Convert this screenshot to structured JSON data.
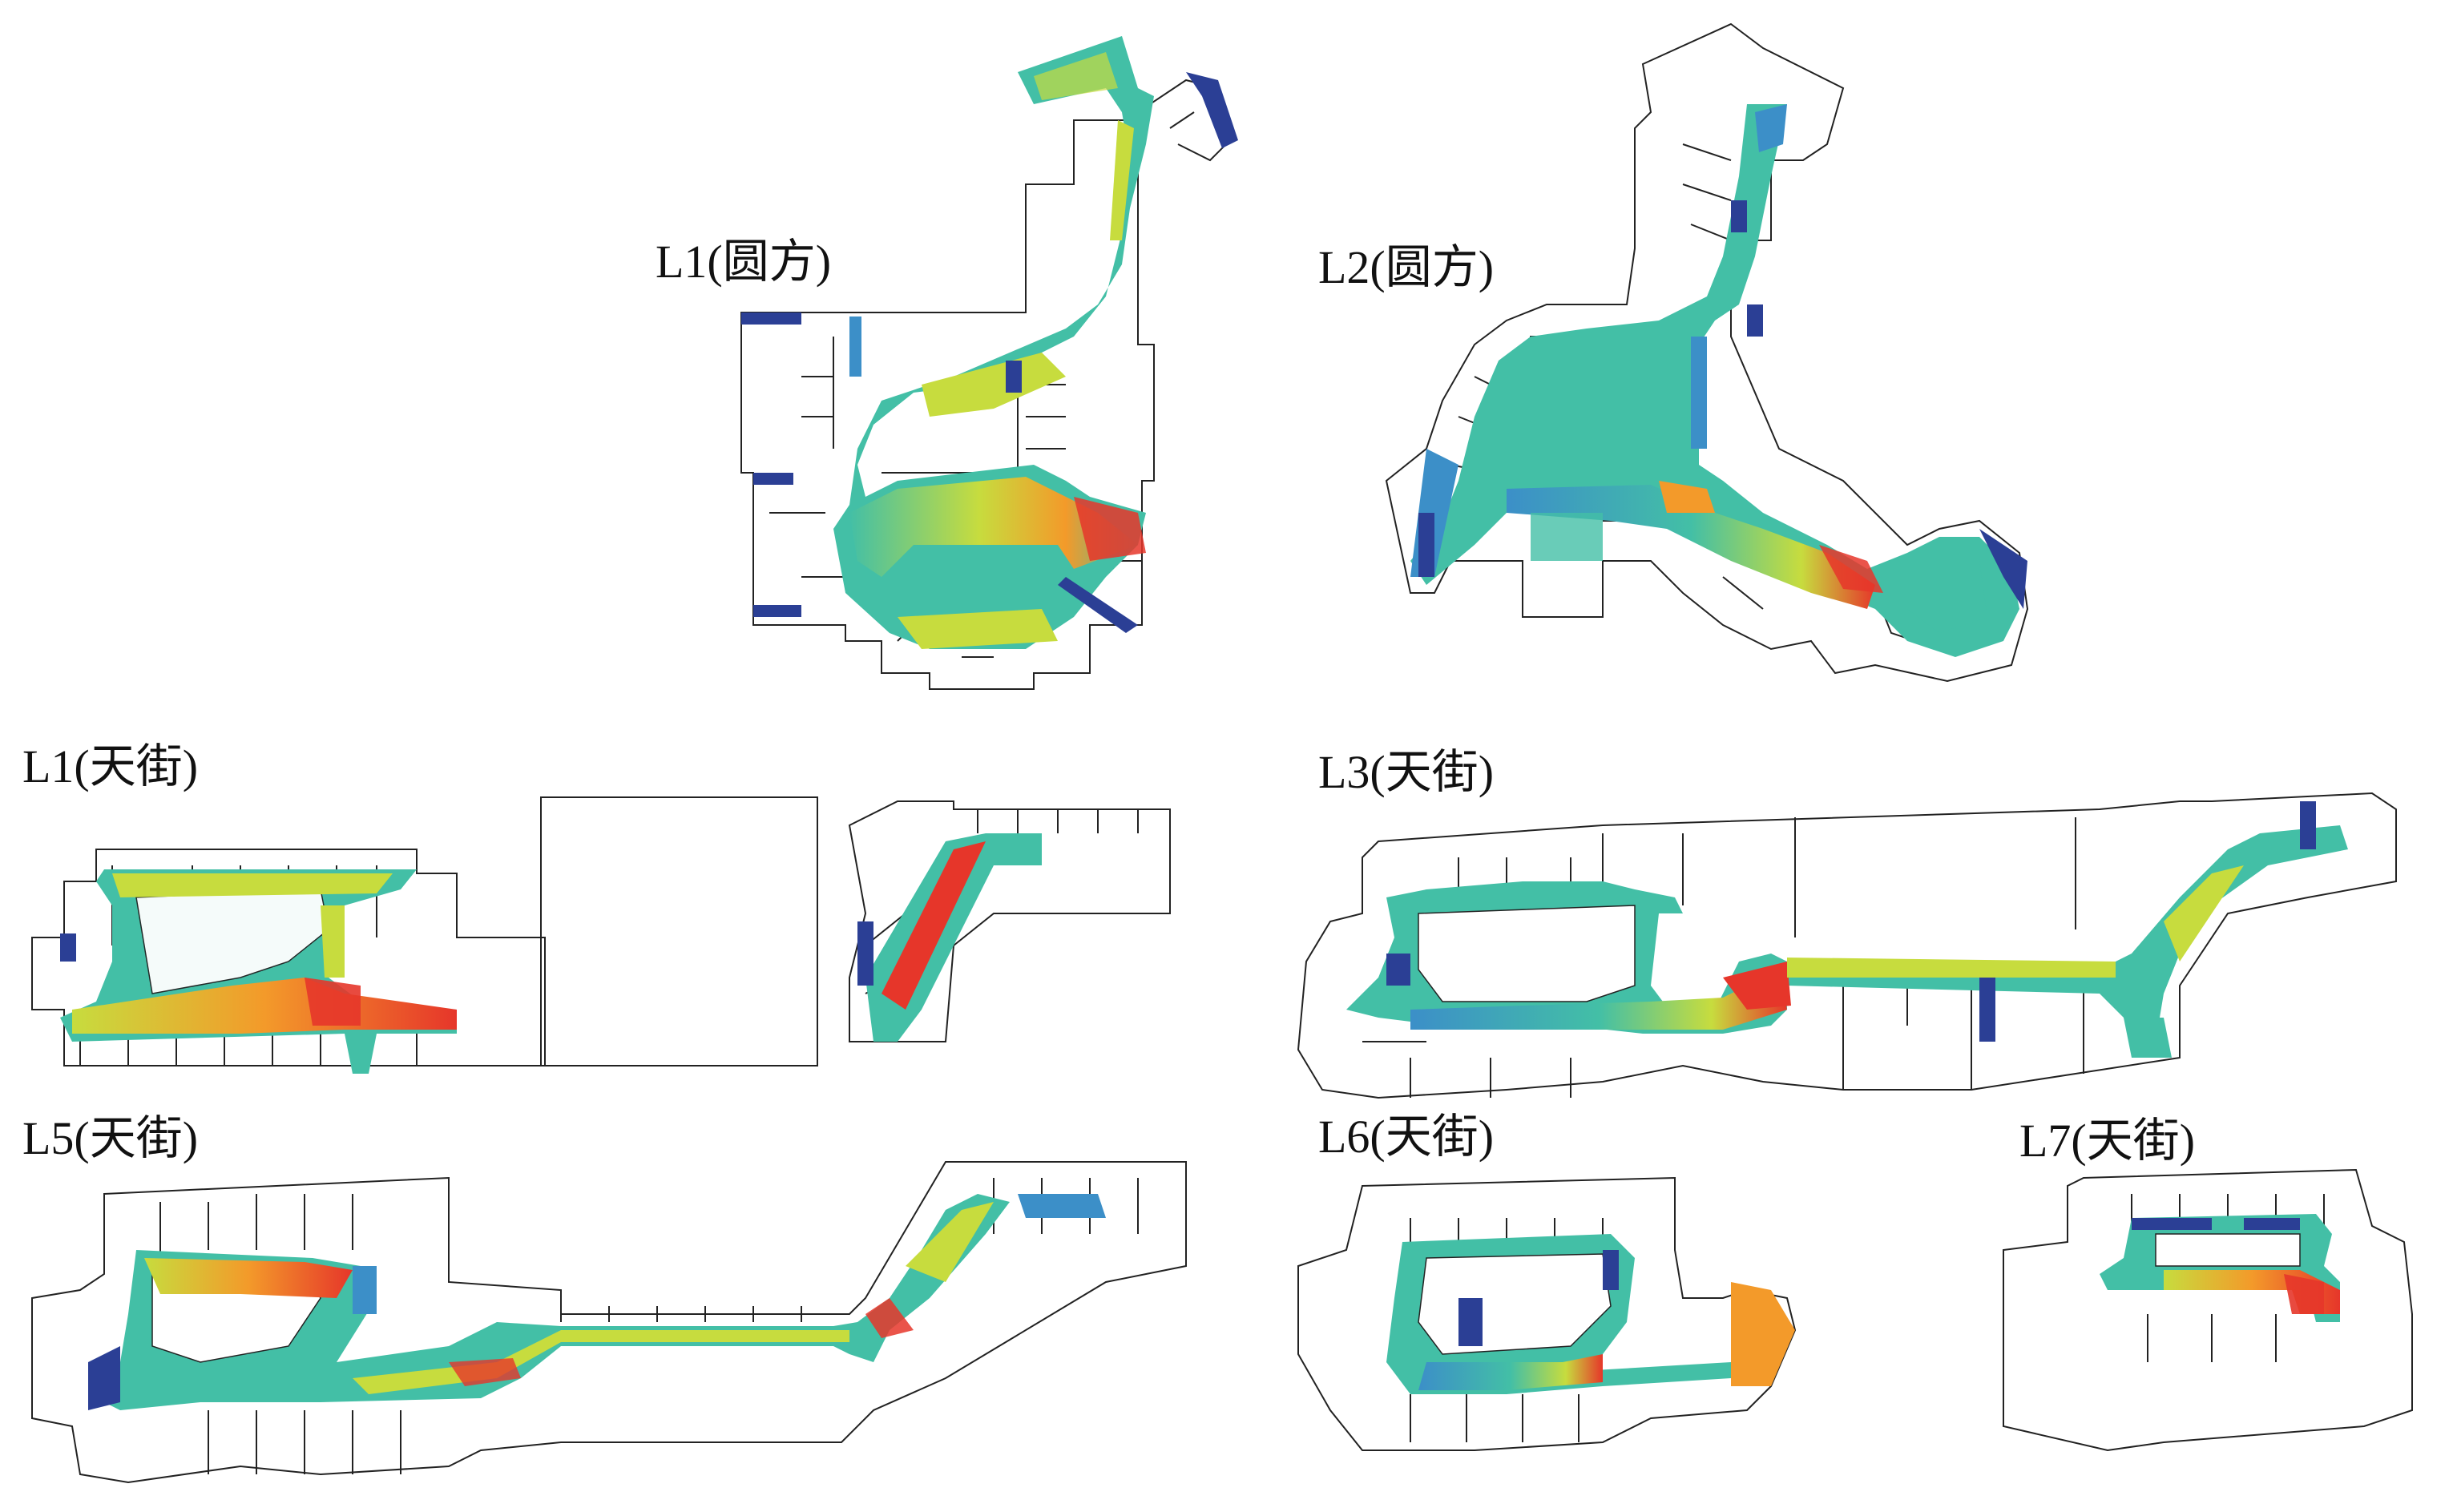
{
  "colors": {
    "outline": "#222222",
    "heat_low": "#2b3f95",
    "heat_lowmid": "#3c8fc8",
    "heat_mid": "#43bfa6",
    "heat_midhigh": "#c7dc3e",
    "heat_high": "#f39a2a",
    "heat_peak": "#e6362a"
  },
  "legend": {
    "color_scale": [
      "heat_low",
      "heat_lowmid",
      "heat_mid",
      "heat_midhigh",
      "heat_high",
      "heat_peak"
    ]
  },
  "plans": [
    {
      "id": "L1-yuanfang",
      "label": "L1(圆方)"
    },
    {
      "id": "L2-yuanfang",
      "label": "L2(圆方)"
    },
    {
      "id": "L1-tianjie",
      "label": "L1(天街)"
    },
    {
      "id": "L3-tianjie",
      "label": "L3(天街)"
    },
    {
      "id": "L5-tianjie",
      "label": "L5(天街)"
    },
    {
      "id": "L6-tianjie",
      "label": "L6(天街)"
    },
    {
      "id": "L7-tianjie",
      "label": "L7(天街)"
    }
  ]
}
